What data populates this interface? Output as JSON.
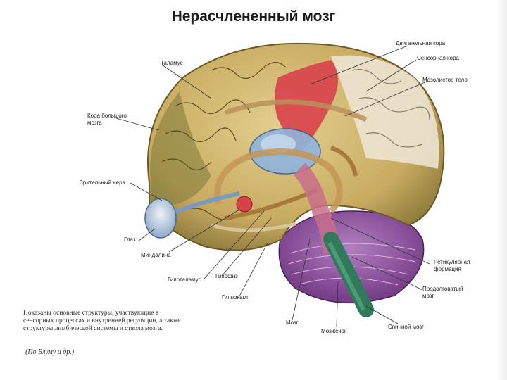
{
  "title": "Нерасчлененный мозг",
  "labels": {
    "motor_cortex": "Двигательная кора",
    "sensory_cortex": "Сенсорная кора",
    "thalamus": "Таламус",
    "corpus_callosum": "Мозолистое тело",
    "cerebral_cortex": "Кора большого\nмозга",
    "optic_nerve": "Зрительный нерв",
    "eye": "Глаз",
    "amygdala": "Миндалина",
    "hypothalamus": "Гипоталамус",
    "pituitary": "Гипофиз",
    "hippocampus": "Гиппокамп",
    "pons": "Мозг",
    "cerebellum": "Мозжечок",
    "spinal_cord": "Спинной мозг",
    "reticular_formation": "Ретикулярная\nформация",
    "medulla": "Продолговатый\nмозг"
  },
  "caption": "Показаны основные структуры, участвующие в сенсорных процессах и внутренней регуляции, а также структуры лимбической системы и ствола мозга.",
  "source": "(По Блуму и др.)",
  "colors": {
    "cortex": "#cdb066",
    "motor": "#d8414a",
    "sensory": "#efe6d8",
    "cerebellum": "#8a4a9a",
    "brainstem": "#2f7a5a",
    "thalamus": "#8fb4dc",
    "limbic": "#c49656"
  }
}
